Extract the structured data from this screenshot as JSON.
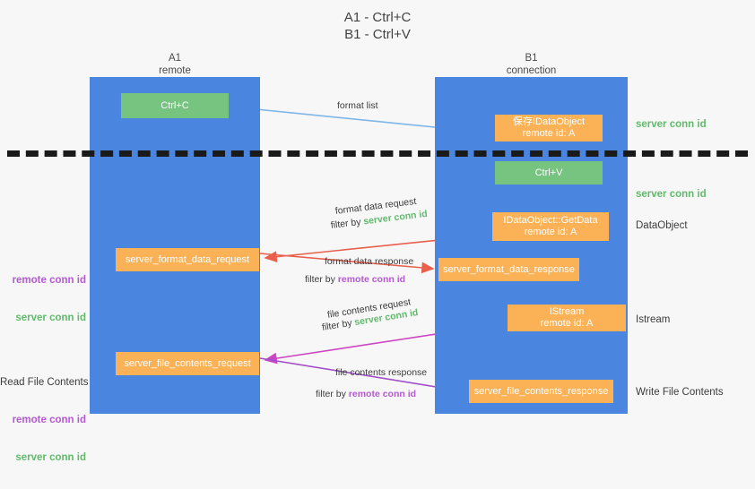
{
  "title": "A1 - Ctrl+C\nB1 - Ctrl+V",
  "lanes": {
    "a1": {
      "name": "A1",
      "role": "remote",
      "header": "A1\nremote"
    },
    "b1": {
      "name": "B1",
      "role": "connection",
      "header": "B1\nconnection"
    }
  },
  "nodes": {
    "ctrl_c": "Ctrl+C",
    "idataobject": "保存IDataObject\nremote id: A",
    "ctrl_v": "Ctrl+V",
    "getdata": "IDataObject::GetData\nremote id: A",
    "istream": "IStream\nremote id: A",
    "server_format_data_request": "server_format_data_request",
    "server_format_data_response": "server_format_data_response",
    "server_file_contents_request": "server_file_contents_request",
    "server_file_contents_response": "server_file_contents_response"
  },
  "annotations": {
    "server_conn_id": "server conn id",
    "remote_conn_id": "remote conn id",
    "dataobject": "DataObject",
    "istream": "Istream",
    "write_file_contents": "Write File Contents",
    "read_file_contents": "Read File Contents"
  },
  "edges": {
    "format_list": "format list",
    "format_data_request": "format data request",
    "format_data_response": "format data response",
    "file_contents_request": "file contents request",
    "file_contents_response": "file contents response",
    "filter_by": "filter by "
  },
  "colors": {
    "lane_blue": "#4a86e0",
    "node_green": "#77c481",
    "node_orange": "#fbb155",
    "green_text": "#62b96d",
    "purple_text": "#b45ad0",
    "arrow_red": "#e8604c",
    "arrow_magenta": "#cc46c4",
    "arrow_purple": "#a24ec9",
    "arrow_blue": "#7eb6e8",
    "arrow_black": "#111111",
    "background": "#f7f7f7"
  }
}
